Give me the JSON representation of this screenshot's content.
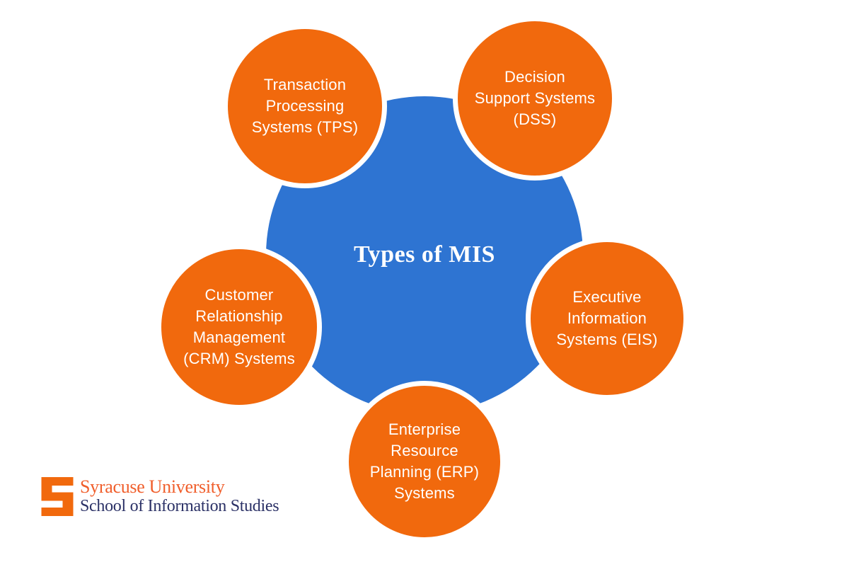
{
  "diagram": {
    "center_title": "Types of MIS",
    "nodes": [
      {
        "id": "tps",
        "label": "Transaction\nProcessing\nSystems (TPS)"
      },
      {
        "id": "dss",
        "label": "Decision\nSupport Systems\n(DSS)"
      },
      {
        "id": "eis",
        "label": "Executive\nInformation\nSystems (EIS)"
      },
      {
        "id": "erp",
        "label": "Enterprise\nResource\nPlanning (ERP)\nSystems"
      },
      {
        "id": "crm",
        "label": "Customer\nRelationship\nManagement\n(CRM) Systems"
      }
    ],
    "colors": {
      "hub_blue": "#2E74D2",
      "node_orange": "#F1690D",
      "label_text": "#FFFFFF"
    }
  },
  "logo": {
    "university": "Syracuse University",
    "school": "School of Information Studies",
    "colors": {
      "orange": "#F05E2B",
      "navy": "#2B3166"
    }
  }
}
